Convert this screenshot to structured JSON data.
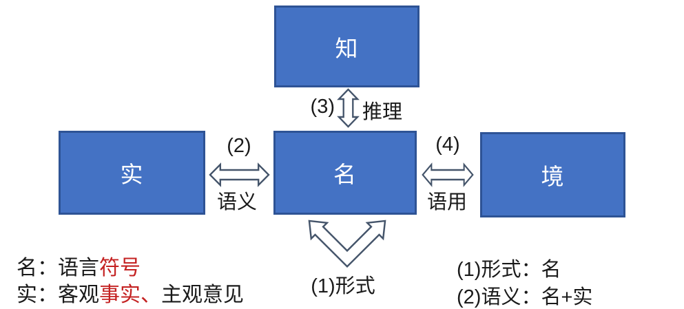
{
  "palette": {
    "box_fill": "#4472C4",
    "box_border": "#2E5395",
    "arrow_outline": "#44546A",
    "box_text": "#FFFFFF",
    "text_black": "#1A1A1A",
    "text_red": "#C42222",
    "background": "#FFFFFF"
  },
  "boxes": {
    "top": {
      "label": "知"
    },
    "left": {
      "label": "实"
    },
    "center": {
      "label": "名"
    },
    "right": {
      "label": "境"
    }
  },
  "relations": {
    "inference": {
      "number": "(3)",
      "label": "推理"
    },
    "semantics": {
      "number": "(2)",
      "label": "语义"
    },
    "pragmatics": {
      "number": "(4)",
      "label": "语用"
    },
    "form": {
      "label": "(1)形式"
    }
  },
  "legend_left": {
    "line1": {
      "black": "名：语言",
      "red": "符号"
    },
    "line2": {
      "black1": "实：客观",
      "red": "事实、",
      "black2": "主观意见"
    }
  },
  "legend_right": {
    "line1": "(1)形式：名",
    "line2": "(2)语义：名+实"
  }
}
